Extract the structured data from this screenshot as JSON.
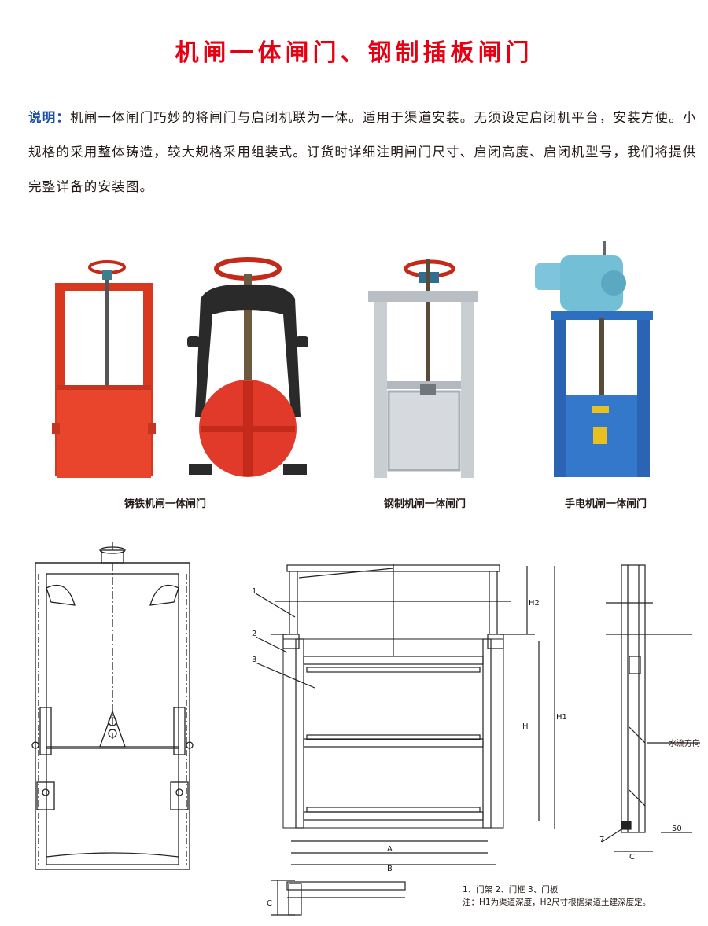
{
  "title": "机闸一体闸门、钢制插板闸门",
  "description": {
    "label": "说明：",
    "text": "机闸一体闸门巧妙的将闸门与启闭机联为一体。适用于渠道安装。无须设定启闭机平台，安装方便。小规格的采用整体铸造，较大规格采用组装式。订货时详细注明闸门尺寸、启闭高度、启闭机型号，我们将提供完整详备的安装图。"
  },
  "products": [
    {
      "caption": "铸铁机闸一体闸门",
      "icon": "cast-iron-gate-photo"
    },
    {
      "caption": "钢制机闸一体闸门",
      "icon": "steel-gate-photo"
    },
    {
      "caption": "手电机闸一体闸门",
      "icon": "electric-gate-photo"
    }
  ],
  "drawing": {
    "labels": {
      "n1": "1",
      "n2": "2",
      "n3": "3",
      "n7": "7"
    },
    "dims": {
      "h2": "H2",
      "h1": "H1",
      "h": "H",
      "a": "A",
      "b": "B",
      "c": "C",
      "c2": "C",
      "d50": "50"
    },
    "flow": "水流方向"
  },
  "notes": {
    "line1": "1、门架   2、门框   3、门板",
    "line2": "注：H1为渠道深度，H2尺寸根据渠道土建深度定。"
  },
  "colors": {
    "title": "#e60012",
    "label": "#1b4fa3",
    "gate_red": "#e8452c",
    "gate_gray": "#c9ced3",
    "gate_blue": "#2f6fc0"
  }
}
